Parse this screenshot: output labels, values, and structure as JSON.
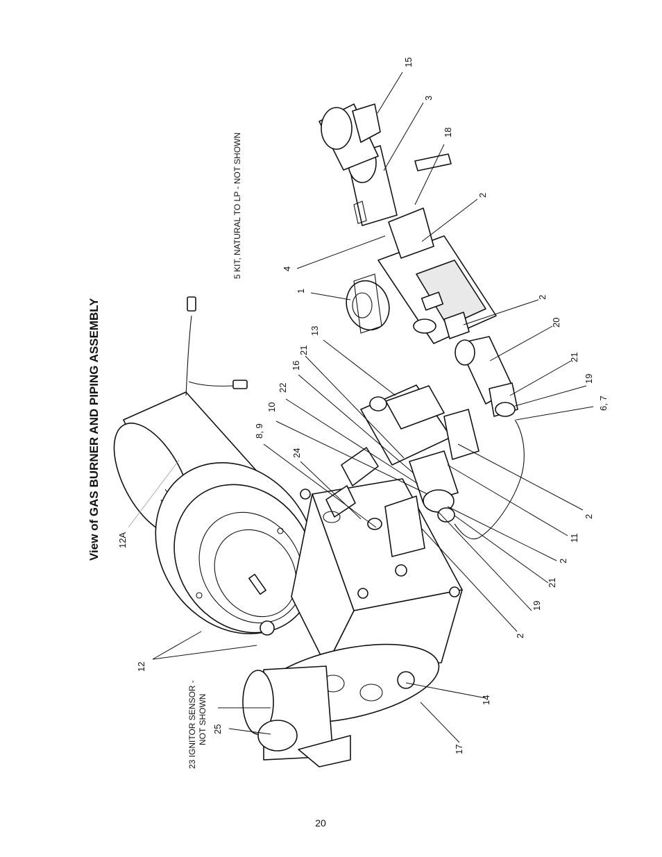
{
  "title": "View of GAS BURNER AND PIPING ASSEMBLY",
  "notes": {
    "kit": "5 KIT, NATURAL TO LP - NOT SHOWN",
    "ignitor_line1": "23 IGNITOR SENSOR -",
    "ignitor_line2": "NOT SHOWN"
  },
  "callouts": {
    "c15": "15",
    "c3": "3",
    "c18": "18",
    "c2a": "2",
    "c4": "4",
    "c1": "1",
    "c2b": "2",
    "c20": "20",
    "c13": "13",
    "c21a": "21",
    "c16": "16",
    "c21b": "21",
    "c19a": "19",
    "c67": "6, 7",
    "c22": "22",
    "c10": "10",
    "c89": "8, 9",
    "c24": "24",
    "c12a": "12A",
    "c2c": "2",
    "c11": "11",
    "c2d": "2",
    "c21c": "21",
    "c19b": "19",
    "c2e": "2",
    "c12": "12",
    "c14": "14",
    "c17": "17",
    "c25": "25"
  },
  "page_number": "20"
}
